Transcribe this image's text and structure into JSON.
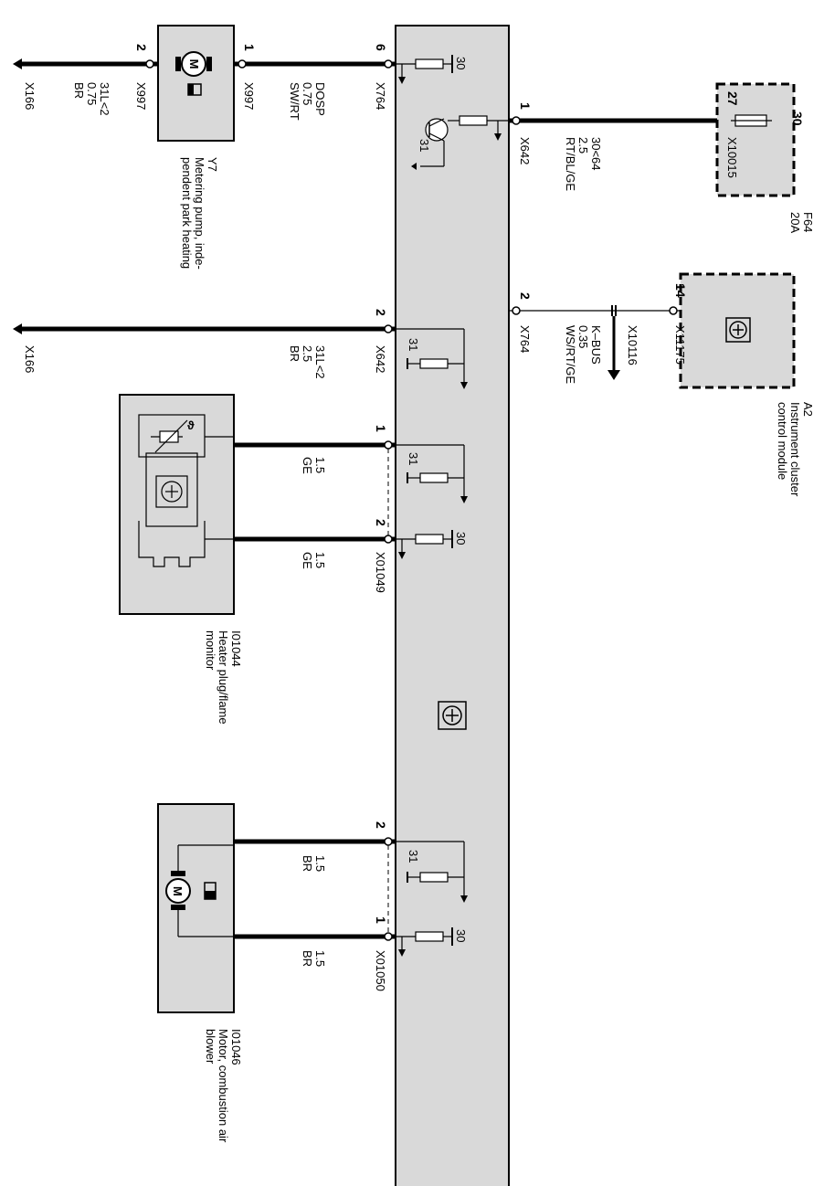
{
  "control_unit": {
    "label": ""
  },
  "components": {
    "y7": {
      "id": "Y7",
      "desc_line1": "Metering pump, inde-",
      "desc_line2": "pendent park heating"
    },
    "f64": {
      "id": "F64",
      "rating": "20A"
    },
    "a2": {
      "id": "A2",
      "desc_line1": "Instrument cluster",
      "desc_line2": "control module"
    },
    "i01044": {
      "id": "I01044",
      "desc_line1": "Heater plug/flame",
      "desc_line2": "monitor"
    },
    "i01046": {
      "id": "I01046",
      "desc_line1": "Motor, combustion air",
      "desc_line2": "blower"
    }
  },
  "wires": {
    "x166_top": {
      "conn": "X166"
    },
    "y7_left": {
      "pin": "2",
      "conn": "X997",
      "sig": "31L<2",
      "gauge": "0.75",
      "color": "BR"
    },
    "y7_right": {
      "pin": "1",
      "conn": "X997"
    },
    "dosp": {
      "pin": "6",
      "conn": "X764",
      "sig": "DOSP",
      "gauge": "0.75",
      "color": "SW/RT"
    },
    "supply": {
      "pin": "1",
      "conn": "X642",
      "sig": "30<64",
      "gauge": "2.5",
      "color": "RT/BL/GE"
    },
    "fuse": {
      "pin": "27",
      "conn": "X10015",
      "term": "30"
    },
    "kbus": {
      "pin": "2",
      "conn": "X764",
      "sig": "K–BUS",
      "gauge": "0.35",
      "color": "WS/RT/GE",
      "splice": "X10116"
    },
    "a2_pin": {
      "pin": "14",
      "conn": "X11175"
    },
    "ground_mid": {
      "pin": "2",
      "conn": "X642",
      "sig": "31L<2",
      "gauge": "2.5",
      "color": "BR"
    },
    "x166_mid": {
      "conn": "X166"
    },
    "plug1": {
      "pin": "1",
      "gauge": "1.5",
      "color": "GE"
    },
    "plug2": {
      "pin": "2",
      "gauge": "1.5",
      "color": "GE",
      "conn": "X01049"
    },
    "blower2": {
      "pin": "2",
      "gauge": "1.5",
      "color": "BR"
    },
    "blower1": {
      "pin": "1",
      "gauge": "1.5",
      "color": "BR",
      "conn": "X01050"
    }
  },
  "internal": {
    "t30": "30",
    "t31": "31"
  },
  "symbols": {
    "motor": "M"
  },
  "icons": [
    "control-unit-icon",
    "fuse-icon",
    "motor-icon",
    "transistor-icon",
    "ground-arrow-icon"
  ]
}
